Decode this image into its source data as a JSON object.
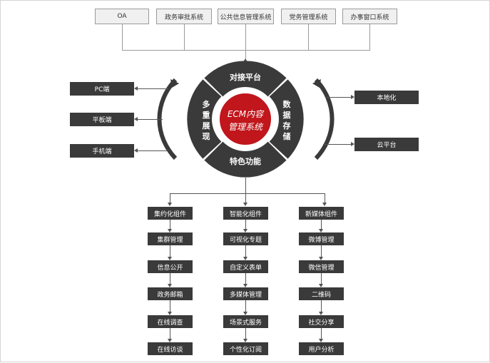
{
  "top_systems": [
    "OA",
    "政务审批系统",
    "公共信息管理系统",
    "党务管理系统",
    "办事窗口系统"
  ],
  "center": {
    "line1": "ECM内容",
    "line2": "管理系统"
  },
  "segments": {
    "top": "对接平台",
    "left": [
      "多",
      "重",
      "展",
      "现"
    ],
    "right": [
      "数",
      "据",
      "存",
      "储"
    ],
    "bottom": "特色功能"
  },
  "left_outputs": [
    "PC端",
    "平板端",
    "手机端"
  ],
  "right_outputs": [
    "本地化",
    "云平台"
  ],
  "columns": [
    {
      "header": "集约化组件",
      "items": [
        "集群管理",
        "信息公开",
        "政务邮箱",
        "在线调查",
        "在线访谈"
      ]
    },
    {
      "header": "智能化组件",
      "items": [
        "可视化专题",
        "自定义表单",
        "多媒体管理",
        "场景式服务",
        "个性化订阅"
      ]
    },
    {
      "header": "新媒体组件",
      "items": [
        "微博管理",
        "微信管理",
        "二维码",
        "社交分享",
        "用户分析"
      ]
    }
  ],
  "colors": {
    "dark": "#3a3a3a",
    "center_red": "#c0161c",
    "top_box_fill": "#f0f0f0",
    "line": "#555555"
  }
}
